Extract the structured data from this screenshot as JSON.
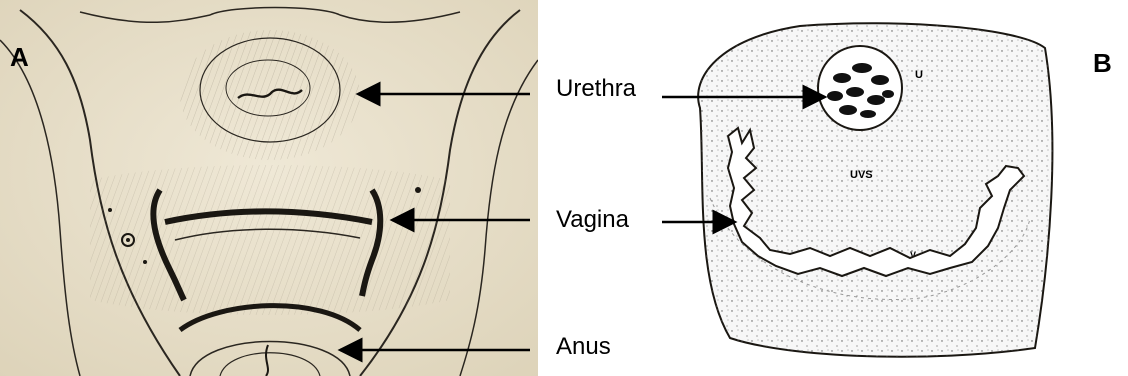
{
  "panels": [
    {
      "letter": "A"
    },
    {
      "letter": "B"
    }
  ],
  "labels": {
    "urethra": "Urethra",
    "vagina": "Vagina",
    "anus": "Anus"
  },
  "drawing_b_annotations": {
    "u": "U",
    "uvs": "UVS",
    "v": "V"
  },
  "colors": {
    "engraving_background": "#e9e1cc",
    "ink": "#2a2620",
    "stipple_background": "#f4f4f4",
    "arrow": "#000000"
  }
}
